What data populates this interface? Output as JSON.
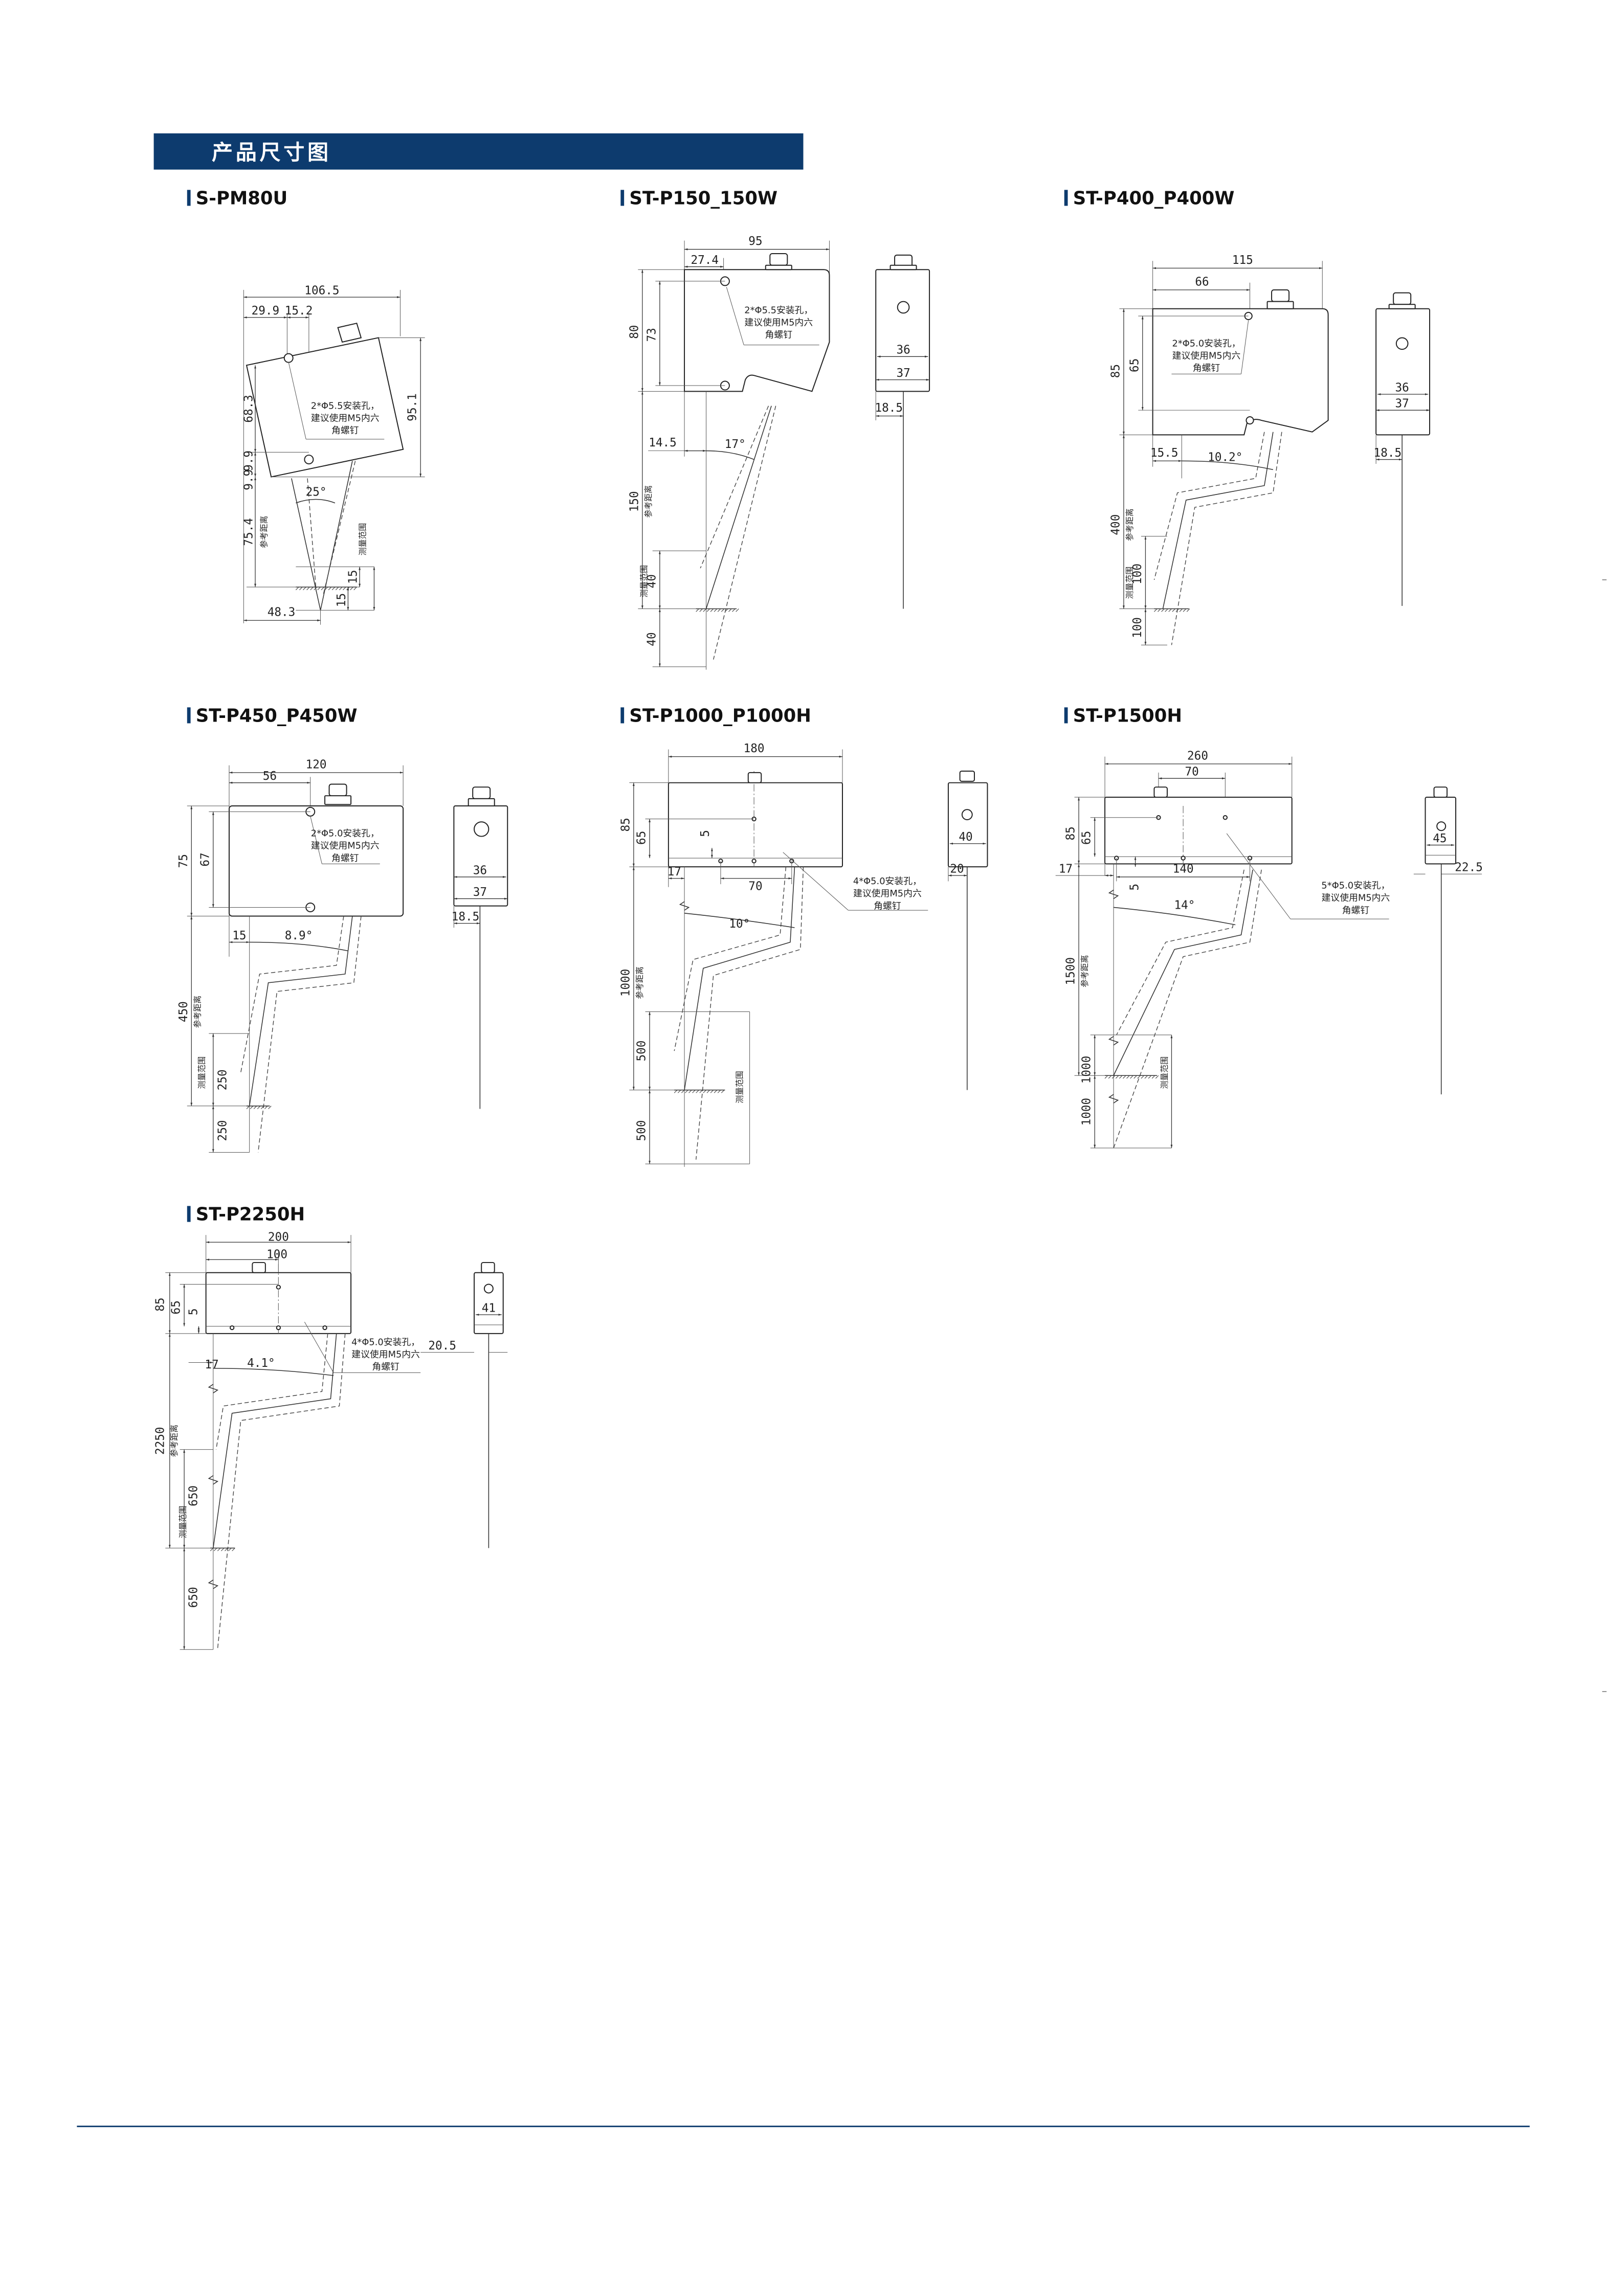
{
  "header": {
    "title": "产品尺寸图"
  },
  "common": {
    "ref_distance": "参考距离",
    "measuring_range": "测量范围"
  },
  "colors": {
    "brand": "#0d3b6e"
  },
  "models": [
    {
      "name": "S-PM80U",
      "dims": [
        "106.5",
        "29.9",
        "15.2",
        "68.3",
        "9.9",
        "9.9",
        "95.1",
        "25°",
        "75.4",
        "15",
        "15",
        "48.3"
      ],
      "note": [
        "2*Φ5.5安装孔，",
        "建议使用M5内六",
        "角螺钉"
      ]
    },
    {
      "name": "ST-P150_150W",
      "dims": [
        "95",
        "27.4",
        "80",
        "73",
        "14.5",
        "17°",
        "150",
        "40",
        "40"
      ],
      "side_dims": [
        "36",
        "37",
        "18.5"
      ],
      "note": [
        "2*Φ5.5安装孔，",
        "建议使用M5内六",
        "角螺钉"
      ]
    },
    {
      "name": "ST-P400_P400W",
      "dims": [
        "115",
        "66",
        "85",
        "65",
        "15.5",
        "10.2°",
        "400",
        "100",
        "100"
      ],
      "side_dims": [
        "36",
        "37",
        "18.5"
      ],
      "note": [
        "2*Φ5.0安装孔，",
        "建议使用M5内六",
        "角螺钉"
      ]
    },
    {
      "name": "ST-P450_P450W",
      "dims": [
        "120",
        "56",
        "75",
        "67",
        "15",
        "8.9°",
        "450",
        "250",
        "250"
      ],
      "side_dims": [
        "36",
        "37",
        "18.5"
      ],
      "note": [
        "2*Φ5.0安装孔，",
        "建议使用M5内六",
        "角螺钉"
      ]
    },
    {
      "name": "ST-P1000_P1000H",
      "dims": [
        "180",
        "85",
        "65",
        "5",
        "17",
        "70",
        "10°",
        "1000",
        "500",
        "500"
      ],
      "side_dims": [
        "40",
        "20"
      ],
      "note": [
        "4*Φ5.0安装孔，",
        "建议使用M5内六",
        "角螺钉"
      ]
    },
    {
      "name": "ST-P1500H",
      "dims": [
        "260",
        "70",
        "85",
        "65",
        "17",
        "5",
        "140",
        "14°",
        "1500",
        "1000",
        "1000"
      ],
      "side_dims": [
        "45",
        "22.5"
      ],
      "note": [
        "5*Φ5.0安装孔，",
        "建议使用M5内六",
        "角螺钉"
      ]
    },
    {
      "name": "ST-P2250H",
      "dims": [
        "200",
        "100",
        "85",
        "65",
        "5",
        "17",
        "4.1°",
        "2250",
        "650",
        "650"
      ],
      "side_dims": [
        "41",
        "20.5"
      ],
      "note": [
        "4*Φ5.0安装孔，",
        "建议使用M5内六",
        "角螺钉"
      ]
    }
  ]
}
